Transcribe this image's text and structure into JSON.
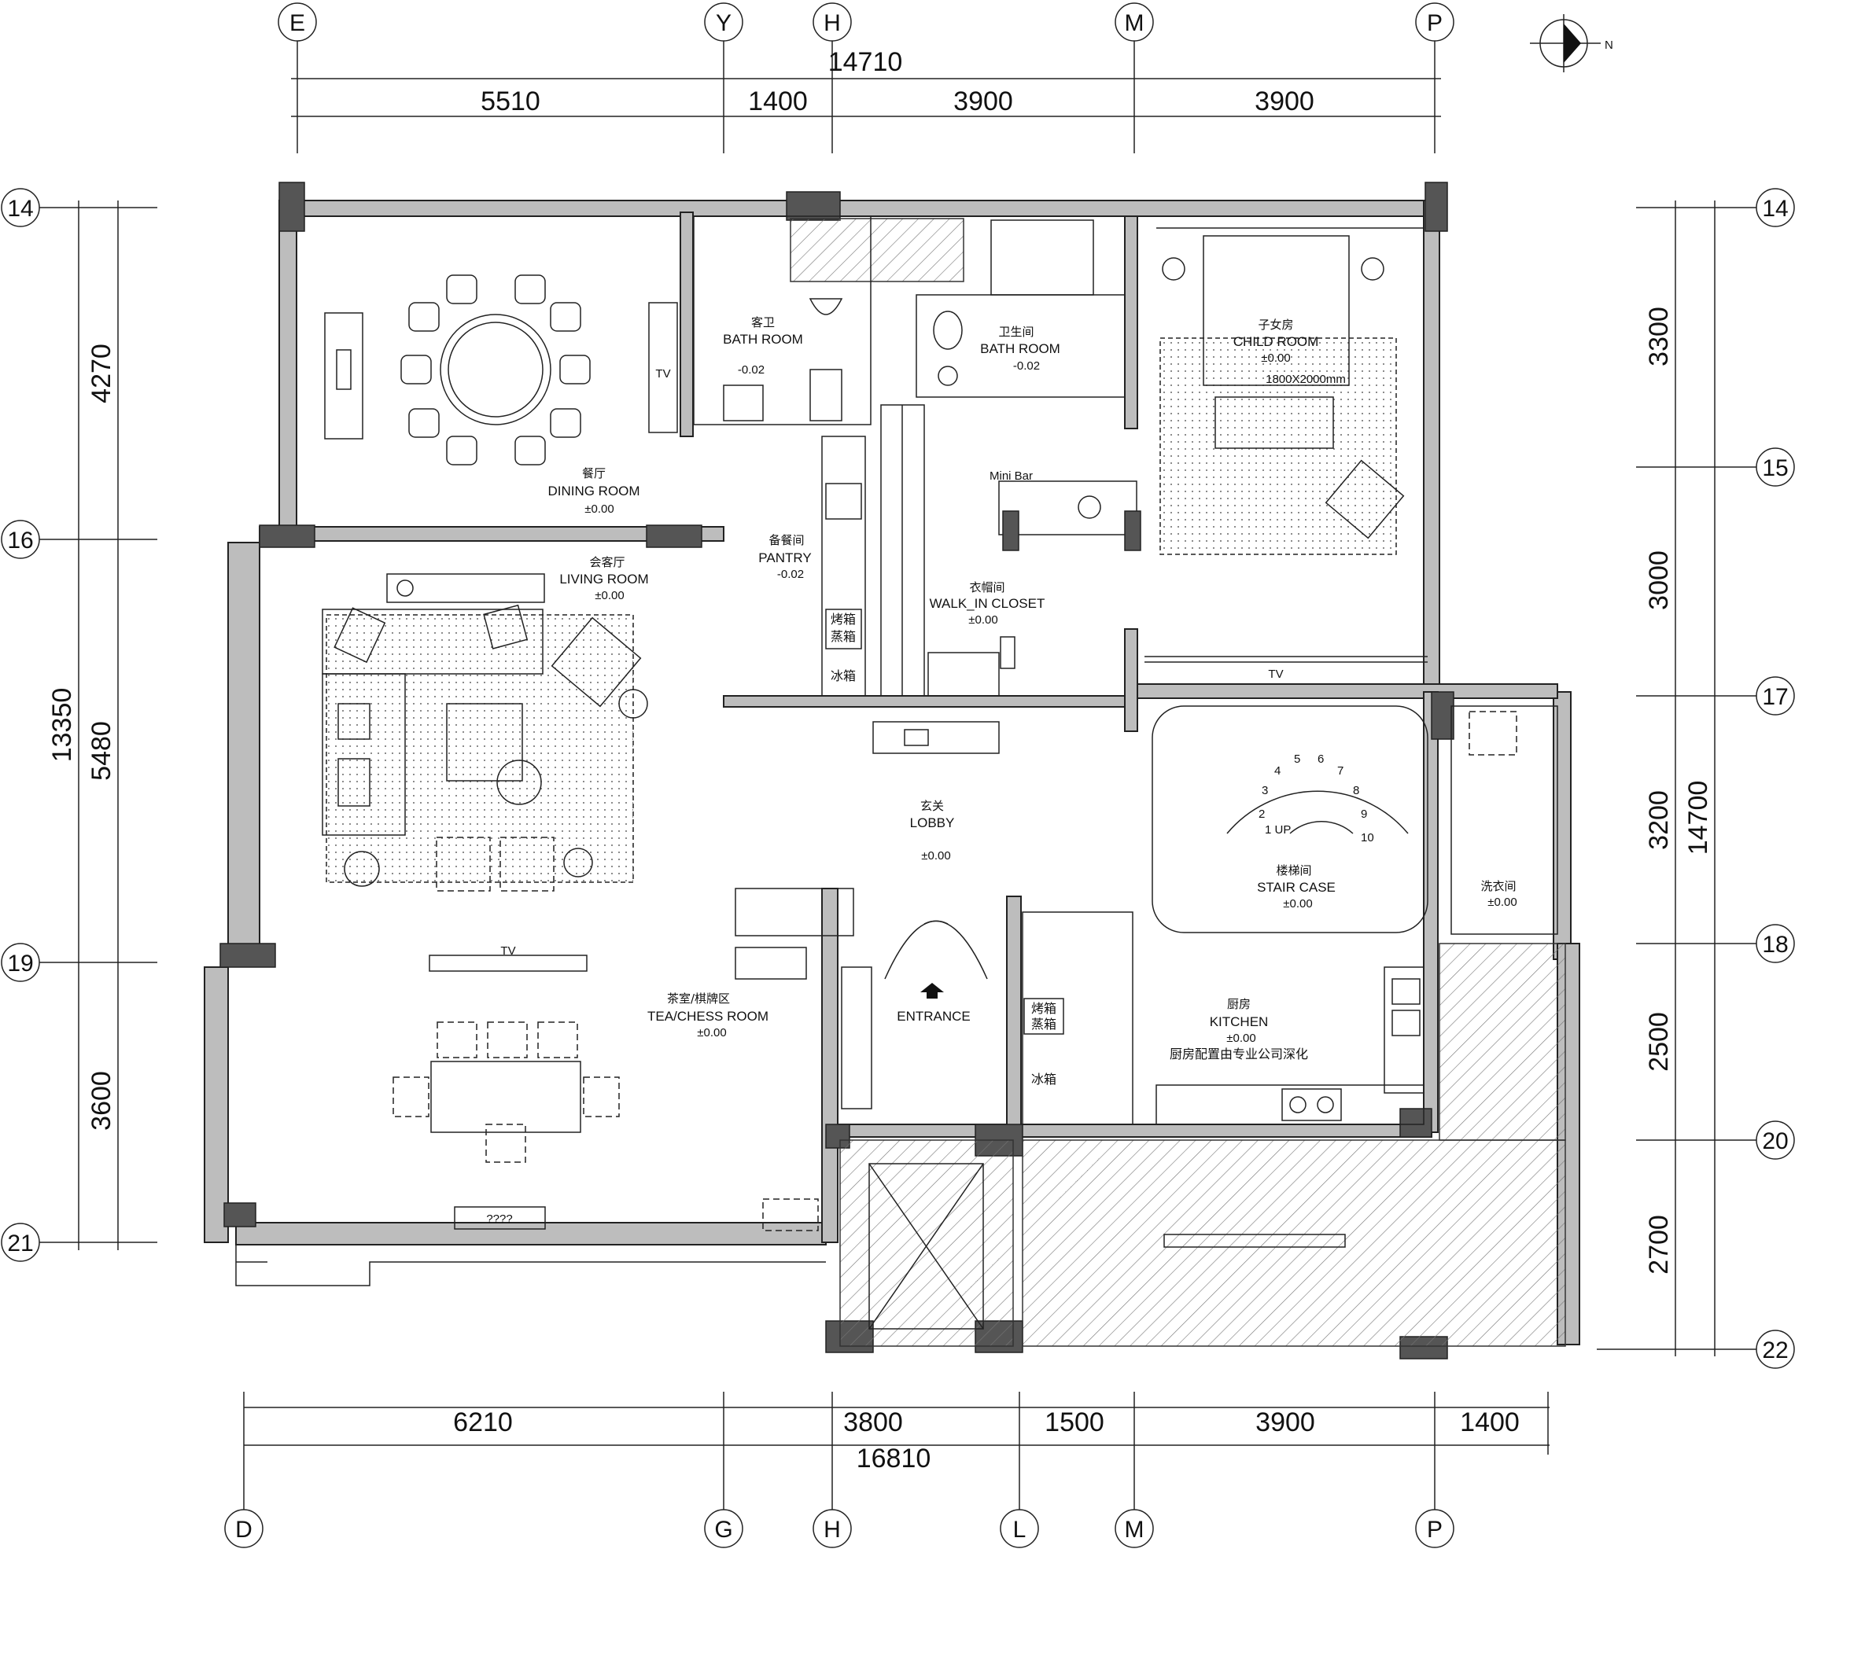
{
  "axes": {
    "top": [
      "E",
      "Y",
      "H",
      "M",
      "P"
    ],
    "bottom": [
      "D",
      "G",
      "H",
      "L",
      "M",
      "P"
    ],
    "left": [
      "14",
      "16",
      "19",
      "21"
    ],
    "right": [
      "14",
      "15",
      "17",
      "18",
      "20",
      "22"
    ]
  },
  "dimensions": {
    "top_total": "14710",
    "top_segments": [
      "5510",
      "1400",
      "3900",
      "3900"
    ],
    "bottom_segments": [
      "6210",
      "3800",
      "1500",
      "3900",
      "1400"
    ],
    "bottom_total": "16810",
    "left_outer": "13350",
    "left_segments": [
      "4270",
      "5480",
      "3600"
    ],
    "right_segments": [
      "3300",
      "3000",
      "3200",
      "2500",
      "2700"
    ],
    "right_outer": "14700"
  },
  "rooms": {
    "dining": {
      "cn": "餐厅",
      "en": "DINING ROOM",
      "level": "±0.00"
    },
    "living": {
      "cn": "会客厅",
      "en": "LIVING ROOM",
      "level": "±0.00"
    },
    "guest_bath": {
      "cn": "客卫",
      "en": "BATH ROOM",
      "level": "-0.02"
    },
    "bath": {
      "cn": "卫生间",
      "en": "BATH ROOM",
      "level": "-0.02"
    },
    "child": {
      "cn": "子女房",
      "en": "CHILD ROOM",
      "level": "±0.00"
    },
    "pantry": {
      "cn": "备餐间",
      "en": "PANTRY",
      "level": "-0.02"
    },
    "closet": {
      "cn": "衣帽间",
      "en": "WALK_IN CLOSET",
      "level": "±0.00"
    },
    "lobby": {
      "cn": "玄关",
      "en": "LOBBY",
      "level": "±0.00"
    },
    "stair": {
      "cn": "楼梯间",
      "en": "STAIR CASE",
      "level": "±0.00"
    },
    "laundry": {
      "cn": "洗衣间",
      "level": "±0.00"
    },
    "tea": {
      "cn": "茶室/棋牌区",
      "en": "TEA/CHESS  ROOM",
      "level": "±0.00"
    },
    "kitchen": {
      "cn": "厨房",
      "en": "KITCHEN",
      "level": "±0.00",
      "note": "厨房配置由专业公司深化"
    }
  },
  "labels": {
    "mini_bar": "Mini Bar",
    "tv": "TV",
    "entrance": "ENTRANCE",
    "bed_size": "1800X2000mm",
    "oven": "烤箱",
    "steamer": "蒸箱",
    "fridge": "冰箱",
    "stair_up": "1 UP",
    "stair_steps": [
      "2",
      "3",
      "4",
      "5",
      "6",
      "7",
      "8",
      "9",
      "10"
    ],
    "code": "????",
    "north": "N"
  }
}
